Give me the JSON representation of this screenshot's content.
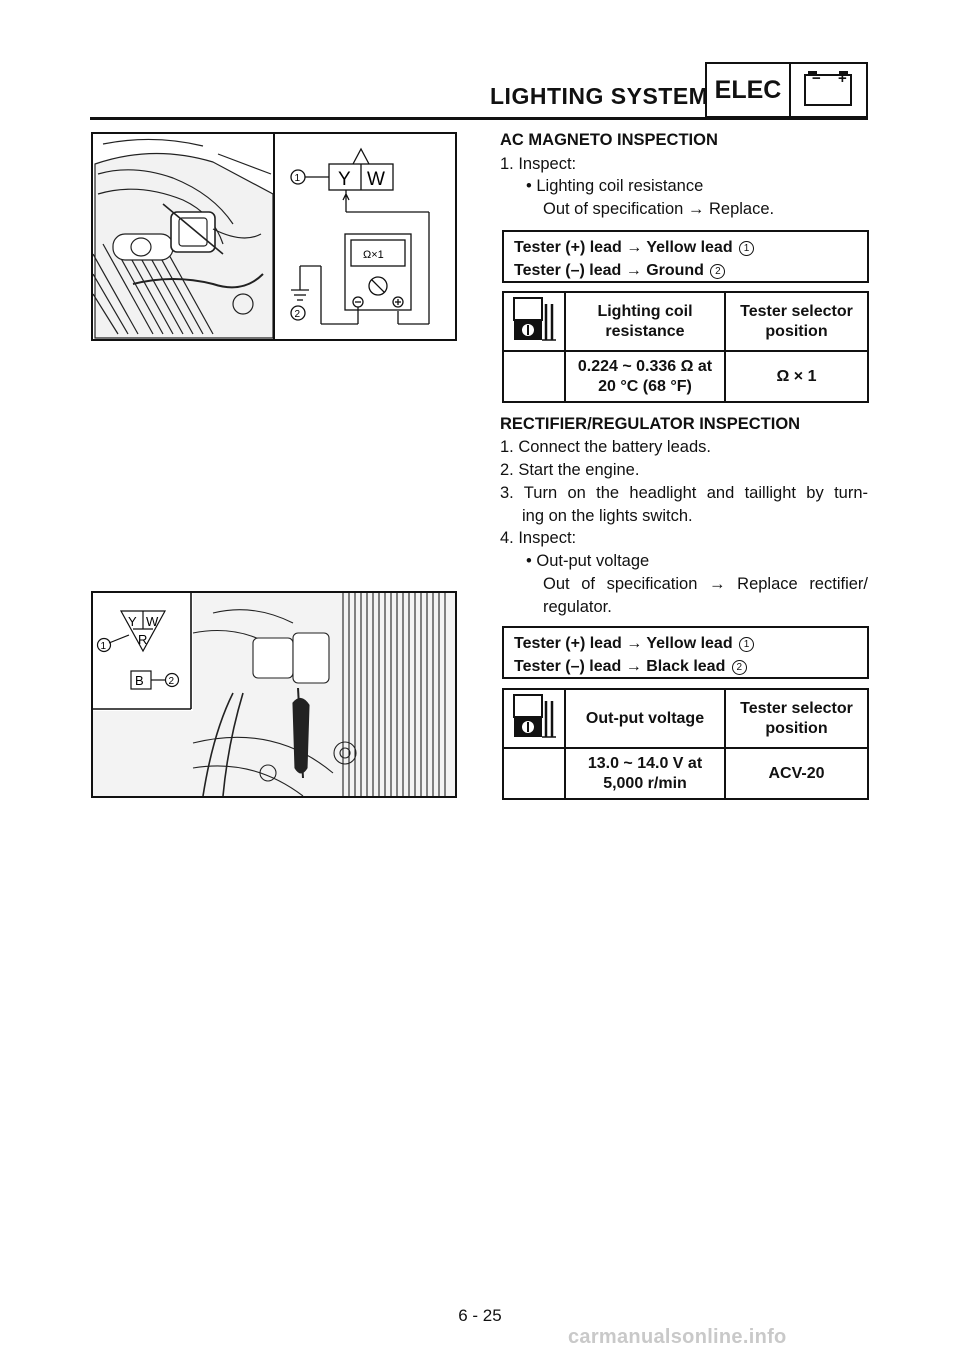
{
  "header": {
    "title": "LIGHTING SYSTEM",
    "badge": "ELEC",
    "battery_minus": "−",
    "battery_plus": "+"
  },
  "figure1": {
    "callout_1": "1",
    "callout_2": "2",
    "wire_y": "Y",
    "wire_w": "W",
    "meter_scale": "Ω×1"
  },
  "figure2": {
    "callout_1": "1",
    "callout_2": "2",
    "wire_y": "Y",
    "wire_w": "W",
    "wire_r": "R",
    "wire_b": "B"
  },
  "section1": {
    "heading": "AC MAGNETO INSPECTION",
    "step1": "1. Inspect:",
    "bullet": "• Lighting coil resistance",
    "result": "Out of specification → Replace.",
    "spec_line1": "Tester (+) lead → Yellow lead",
    "spec_line1_ref": "1",
    "spec_line2": "Tester (–) lead → Ground",
    "spec_line2_ref": "2",
    "table": {
      "col1_header": "Lighting coil resistance",
      "col2_header": "Tester selector position",
      "value": "0.224 ~ 0.336 Ω at 20 °C (68 °F)",
      "position": "Ω × 1"
    }
  },
  "section2": {
    "heading": "RECTIFIER/REGULATOR INSPECTION",
    "step1": "1. Connect the battery leads.",
    "step2": "2. Start the engine.",
    "step3a": "3. Turn on the headlight and taillight by turn-",
    "step3b": "ing on the lights switch.",
    "step4": "4. Inspect:",
    "bullet": "• Out-put voltage",
    "result_a": "Out of specification → Replace rectifier/",
    "result_b": "regulator.",
    "spec_line1": "Tester (+) lead → Yellow lead",
    "spec_line1_ref": "1",
    "spec_line2": "Tester (–) lead → Black lead",
    "spec_line2_ref": "2",
    "table": {
      "col1_header": "Out-put voltage",
      "col2_header": "Tester selector position",
      "value": "13.0 ~ 14.0 V at 5,000 r/min",
      "position": "ACV-20"
    }
  },
  "footer": {
    "page_number": "6 - 25",
    "watermark": "carmanualsonline.info"
  }
}
